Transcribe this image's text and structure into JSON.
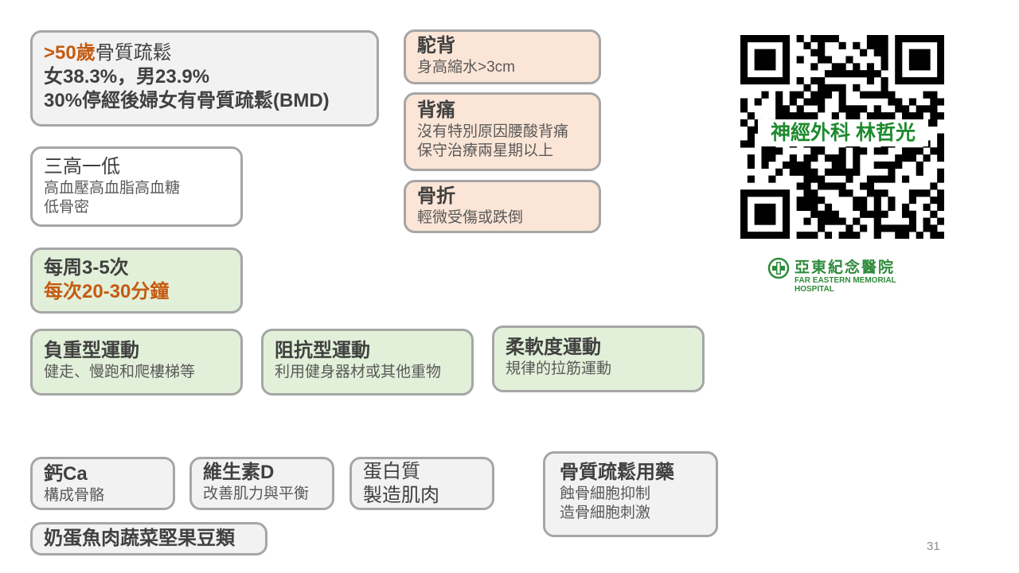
{
  "stats": {
    "line1_highlight": ">50歲",
    "line1_rest": "骨質疏鬆",
    "line2": "女38.3%，男23.9%",
    "line3": "30%停經後婦女有骨質疏鬆(BMD)"
  },
  "symptoms": [
    {
      "title": "駝背",
      "desc": "身高縮水>3cm"
    },
    {
      "title": "背痛",
      "desc1": "沒有特別原因腰酸背痛",
      "desc2": "保守治療兩星期以上"
    },
    {
      "title": "骨折",
      "desc": "輕微受傷或跌倒"
    }
  ],
  "three_high": {
    "title": "三高一低",
    "desc1": "高血壓高血脂高血糖",
    "desc2": "低骨密"
  },
  "frequency": {
    "line1": "每周3-5次",
    "line2": "每次20-30分鐘"
  },
  "exercise": [
    {
      "title": "負重型運動",
      "desc": "健走、慢跑和爬樓梯等"
    },
    {
      "title": "阻抗型運動",
      "desc": "利用健身器材或其他重物"
    },
    {
      "title": "柔軟度運動",
      "desc": "規律的拉筋運動"
    }
  ],
  "nutrition": [
    {
      "title": "鈣Ca",
      "desc": "構成骨骼"
    },
    {
      "title": "維生素D",
      "desc": "改善肌力與平衡"
    },
    {
      "title": "蛋白質",
      "desc": "製造肌肉"
    }
  ],
  "foods": "奶蛋魚肉蔬菜堅果豆類",
  "medication": {
    "title": "骨質疏鬆用藥",
    "desc1": "蝕骨細胞抑制",
    "desc2": "造骨細胞刺激"
  },
  "qr": {
    "label": "神經外科 林哲光"
  },
  "hospital": {
    "name_cn": "亞東紀念醫院",
    "name_en": "FAR EASTERN MEMORIAL HOSPITAL"
  },
  "page_number": "31",
  "colors": {
    "highlight": "#c55a11",
    "peach": "#fbe5d6",
    "green": "#e2f0d9",
    "gray": "#f2f2f2",
    "border": "#a6a6a6",
    "qr_label": "#1e8a2e"
  }
}
